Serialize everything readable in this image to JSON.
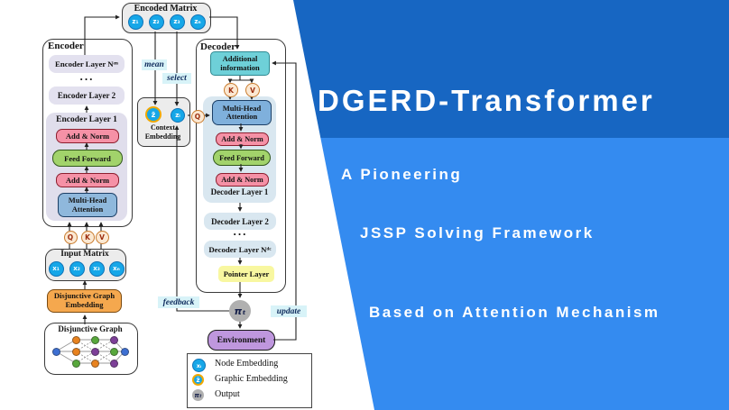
{
  "banner": {
    "title": "DGERD-Transformer",
    "line1": "A Pioneering",
    "line2": "JSSP Solving Framework",
    "line3": "Based on Attention Mechanism",
    "colors": {
      "dark_blue": "#1766C2",
      "light_blue": "#348BF0",
      "text": "#FFFFFF"
    }
  },
  "encoded_matrix": {
    "label": "Encoded Matrix",
    "items": [
      "z₁",
      "z₂",
      "z₃",
      "zₙ"
    ]
  },
  "encoder": {
    "title": "Encoder",
    "layer_n": "Encoder Layer Nᵉⁿ",
    "ellipsis": "···",
    "layer_2": "Encoder Layer 2",
    "layer_1_label": "Encoder Layer 1",
    "add_norm_1": "Add & Norm",
    "feed_forward": "Feed Forward",
    "add_norm_2": "Add & Norm",
    "multi_head_attention": "Multi-Head Attention",
    "q": "Q",
    "k": "K",
    "v": "V"
  },
  "input_matrix": {
    "label": "Input Matrix",
    "items": [
      "x₁",
      "x₂",
      "x₃",
      "xₙ"
    ]
  },
  "disjunctive_graph_embedding": {
    "label": "Disjunctive Graph Embedding"
  },
  "disjunctive_graph": {
    "label": "Disjunctive Graph",
    "rows": [
      [
        "orange",
        "green",
        "purple"
      ],
      [
        "orange",
        "purple",
        "green"
      ],
      [
        "green",
        "orange",
        "purple"
      ]
    ],
    "endpoint_color": "blue",
    "palette": {
      "orange": "#E8821E",
      "green": "#58A83C",
      "purple": "#7D3F98",
      "blue": "#3D6FD2"
    },
    "edge_color": "#9a9a9a"
  },
  "context_embedding": {
    "label_line1": "Context",
    "label_line2": "Embedding",
    "z_bar": "z̄",
    "z_i": "zᵢ"
  },
  "flow": {
    "mean": "mean",
    "select": "select",
    "feedback": "feedback",
    "update": "update"
  },
  "decoder": {
    "title": "Decoder",
    "additional_information": "Additional information",
    "k": "K",
    "v": "V",
    "q": "Q",
    "multi_head_attention": "Multi-Head Attention",
    "add_norm_1": "Add & Norm",
    "feed_forward": "Feed Forward",
    "add_norm_2": "Add & Norm",
    "layer_1_label": "Decoder Layer 1",
    "layer_2": "Decoder Layer 2",
    "ellipsis": "···",
    "layer_n": "Decoder Layer Nᵈᶜ",
    "pointer_layer": "Pointer Layer"
  },
  "output": {
    "pi": "πₜ",
    "environment": "Environment"
  },
  "legend": {
    "node_symbol": "xᵢ",
    "node_label": "Node Embedding",
    "graphic_symbol": "z̄",
    "graphic_label": "Graphic Embedding",
    "output_symbol": "πₜ",
    "output_label": "Output"
  }
}
